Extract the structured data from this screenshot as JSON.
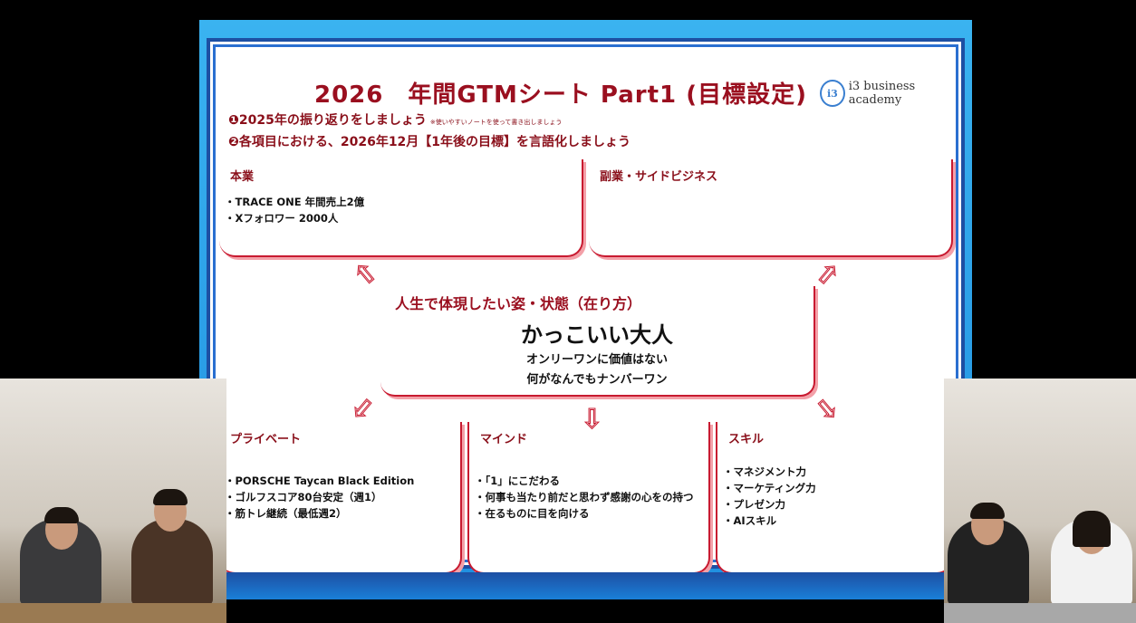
{
  "slide": {
    "title": "2026　年間GTMシート Part1 (目標設定)",
    "logo_text": "i3 business academy",
    "logo_emblem": "i3",
    "step1": "❶2025年の振り返りをしましょう",
    "step1_note": "※使いやすいノートを使って書き出しましょう",
    "step2": "❷各項目における、2026年12月【1年後の目標】を言語化しましょう",
    "boxes": {
      "main": {
        "title": "本業",
        "items": [
          "・TRACE ONE 年間売上2億",
          "・Xフォロワー 2000人"
        ]
      },
      "side": {
        "title": "副業・サイドビジネス",
        "items": []
      },
      "private": {
        "title": "プライベート",
        "items": [
          "・PORSCHE Taycan Black Edition",
          "・ゴルフスコア80台安定（週1）",
          "・筋トレ継続（最低週2）"
        ]
      },
      "mind": {
        "title": "マインド",
        "items": [
          "・「1」にこだわる",
          "・何事も当たり前だと思わず感謝の心をの持つ",
          "・在るものに目を向ける"
        ]
      },
      "skill": {
        "title": "スキル",
        "items": [
          "・マネジメント力",
          "・マーケティング力",
          "・プレゼン力",
          "・AIスキル"
        ]
      }
    },
    "center": {
      "lead": "人生で体現したい姿・状態（在り方）",
      "big": "かっこいい大人",
      "line1": "オンリーワンに価値はない",
      "line2": "何がなんでもナンバーワン"
    }
  },
  "colors": {
    "accent": "#9a0f1f",
    "frame": "#1d4fa3"
  }
}
